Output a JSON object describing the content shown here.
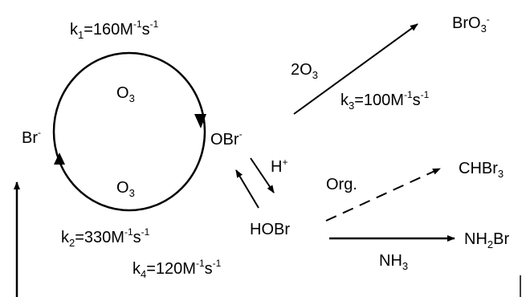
{
  "species": {
    "bromide": {
      "base": "Br",
      "sup": "-"
    },
    "hypobromite": {
      "base": "OBr",
      "sup": "-"
    },
    "hypobromous_acid": "HOBr",
    "bromate": {
      "base": "BrO",
      "sub": "3",
      "sup": "-"
    },
    "bromoform": {
      "base": "CHBr",
      "sub": "3"
    },
    "bromamine": {
      "pre": "NH",
      "sub": "2",
      "post": "Br"
    }
  },
  "reagents": {
    "ozone_top": {
      "base": "O",
      "sub": "3"
    },
    "ozone_bottom": {
      "base": "O",
      "sub": "3"
    },
    "ozone_double": {
      "pre": "2O",
      "sub": "3"
    },
    "proton": {
      "base": "H",
      "sup": "+"
    },
    "organics": "Org.",
    "ammonia": {
      "base": "NH",
      "sub": "3"
    }
  },
  "rate_constants": {
    "k1": {
      "k": "k",
      "idx": "1",
      "value": "=160M",
      "e1": "-1",
      "s": "s",
      "e2": "-1"
    },
    "k2": {
      "k": "k",
      "idx": "2",
      "value": "=330M",
      "e1": "-1",
      "s": "s",
      "e2": "-1"
    },
    "k3": {
      "k": "k",
      "idx": "3",
      "value": "=100M",
      "e1": "-1",
      "s": "s",
      "e2": "-1"
    },
    "k4": {
      "k": "k",
      "idx": "4",
      "value": "=120M",
      "e1": "-1",
      "s": "s",
      "e2": "-1"
    }
  }
}
